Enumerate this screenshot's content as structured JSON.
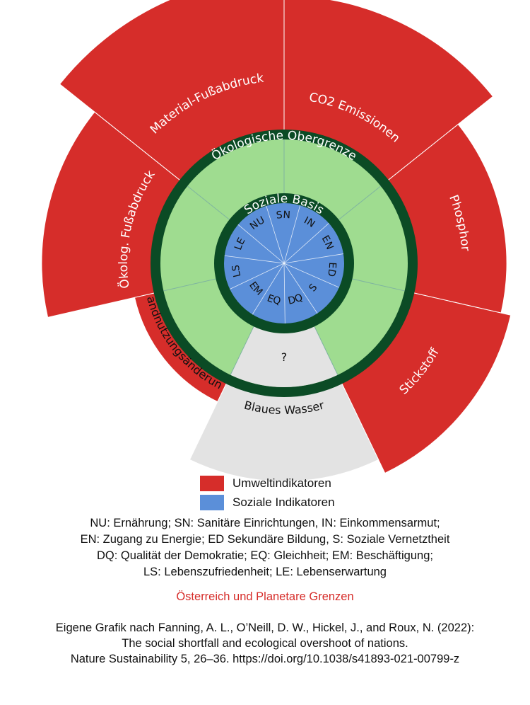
{
  "chart_data": {
    "type": "doughnut",
    "title": "Österreich und Planetare Grenzen",
    "rings": {
      "outer_label": "Ökologische Obergrenze",
      "inner_label": "Soziale Basis"
    },
    "ecological": [
      {
        "name": "CO2 Emissionen",
        "overshoot": 1.35
      },
      {
        "name": "Phosphor",
        "overshoot": 0.9
      },
      {
        "name": "Stickstoff",
        "overshoot": 1.0
      },
      {
        "name": "Blaues Wasser",
        "overshoot": 0.85,
        "note": "?"
      },
      {
        "name": "Landnutzungsänderung",
        "overshoot": 0.2
      },
      {
        "name": "Ökolog. Fußabdruck",
        "overshoot": 1.1
      },
      {
        "name": "Material-Fußabdruck",
        "overshoot": 1.55
      }
    ],
    "social": [
      "NU",
      "SN",
      "IN",
      "EN",
      "ED",
      "S",
      "DQ",
      "EQ",
      "EM",
      "LS",
      "LE"
    ],
    "unknown_marker": "?"
  },
  "legend": [
    {
      "label": "Umweltindikatoren",
      "color": "#d62d2a"
    },
    {
      "label": "Soziale Indikatoren",
      "color": "#5b8fd9"
    }
  ],
  "abbreviation_lines": [
    "NU: Ernährung; SN: Sanitäre Einrichtungen, IN: Einkommensarmut;",
    "EN: Zugang zu Energie; ED Sekundäre Bildung, S: Soziale Vernetztheit",
    "DQ: Qualität der Demokratie; EQ: Gleichheit; EM: Beschäftigung;",
    "LS: Lebenszufriedenheit; LE: Lebenserwartung"
  ],
  "source_lines": [
    "Eigene Grafik nach Fanning, A. L., O’Neill, D. W., Hickel, J., and Roux, N. (2022):",
    "The social shortfall and ecological overshoot of nations.",
    "Nature Sustainability 5, 26–36. https://doi.org/10.1038/s41893-021-00799-z"
  ],
  "colors": {
    "red": "#d62d2a",
    "grey": "#e3e3e3",
    "dark_green": "#0b4b25",
    "light_green": "#9fdc90",
    "blue": "#5b8fd9"
  }
}
